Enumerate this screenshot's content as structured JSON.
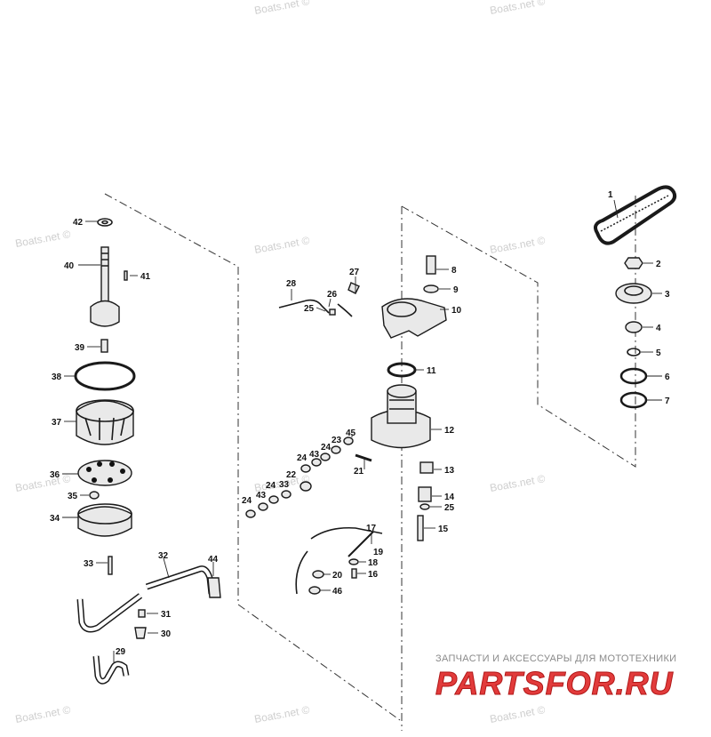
{
  "watermarks": [
    "Boats.net ©",
    "Boats.net ©",
    "Boats.net ©",
    "Boats.net ©",
    "Boats.net ©",
    "Boats.net ©",
    "Boats.net ©",
    "Boats.net ©",
    "Boats.net ©",
    "Boats.net ©",
    "Boats.net ©"
  ],
  "callouts": [
    "1",
    "2",
    "3",
    "4",
    "5",
    "6",
    "7",
    "8",
    "9",
    "10",
    "11",
    "12",
    "13",
    "14",
    "25",
    "15",
    "28",
    "27",
    "26",
    "25",
    "45",
    "23",
    "24",
    "43",
    "24",
    "21",
    "22",
    "33",
    "24",
    "43",
    "24",
    "17",
    "19",
    "18",
    "16",
    "20",
    "46",
    "42",
    "40",
    "41",
    "39",
    "38",
    "37",
    "36",
    "35",
    "34",
    "33",
    "32",
    "44",
    "31",
    "30",
    "29"
  ],
  "branding": {
    "tagline": "ЗАПЧАСТИ И АКСЕССУАРЫ ДЛЯ МОТОТЕХНИКИ",
    "logo": "PARTSFOR.RU"
  },
  "colors": {
    "line": "#1a1a1a",
    "watermark": "#cfcfcf",
    "logo": "#e23b3b"
  }
}
